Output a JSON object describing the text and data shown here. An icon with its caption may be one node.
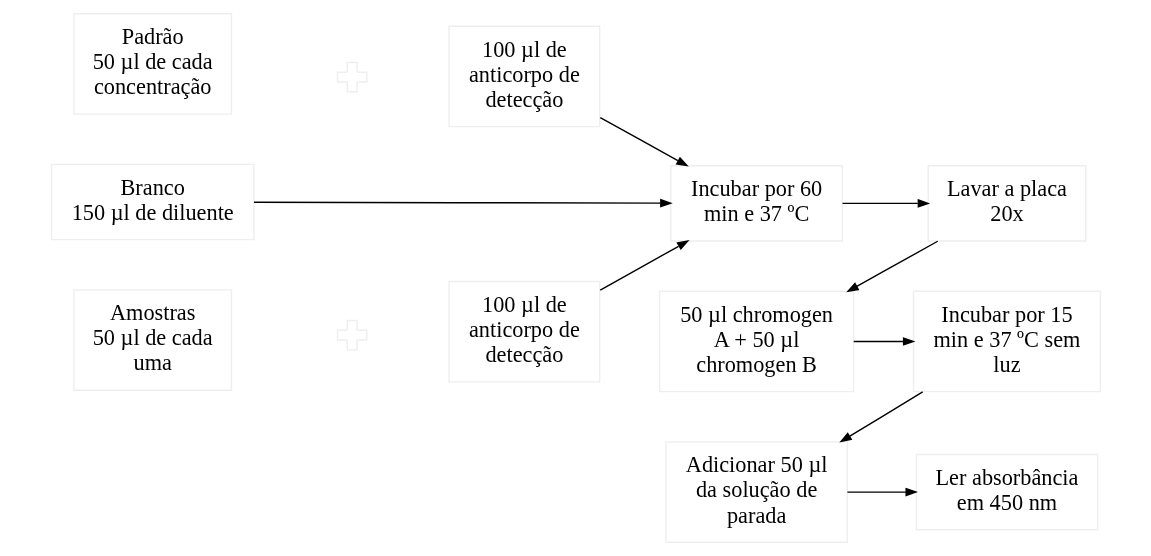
{
  "diagram": {
    "nodes": [
      {
        "text": [
          "Branco",
          "150 µl de diluente"
        ]
      },
      {
        "text": [
          "Padrão",
          "50 µl de cada concentração"
        ]
      },
      {
        "text": [],
        "shape": "plus"
      },
      {
        "text": [
          "100 µl de anticorpo de detecção"
        ]
      },
      {
        "text": [
          "Amostras",
          "50 µl de cada uma"
        ]
      },
      {
        "text": [],
        "shape": "plus"
      },
      {
        "text": [
          "100 µl de anticorpo de detecção"
        ]
      },
      {
        "text": [
          "Incubar por 60 min e 37 ºC"
        ]
      },
      {
        "text": [
          "Lavar a placa 20x"
        ]
      },
      {
        "text": [
          "50 µl chromogen A + 50 µl chromogen B"
        ]
      },
      {
        "text": [
          "Incubar por 15 min e 37 ºC sem luz"
        ]
      },
      {
        "text": [
          "Adicionar 50 µl da solução de parada"
        ]
      },
      {
        "text": [
          "Ler absorbância em 450 nm"
        ]
      }
    ],
    "edges": [
      {
        "from": 0,
        "to": 7,
        "arrow": "to"
      },
      {
        "from": 3,
        "to": 7,
        "arrow": "to"
      },
      {
        "from": 6,
        "to": 7,
        "arrow": "to"
      },
      {
        "from": 7,
        "to": 8,
        "arrow": "to"
      },
      {
        "from": 8,
        "to": 9,
        "arrow": "to"
      },
      {
        "from": 9,
        "to": 10,
        "arrow": "to"
      },
      {
        "from": 10,
        "to": 11,
        "arrow": "to"
      },
      {
        "from": 11,
        "to": 12,
        "arrow": "to"
      }
    ]
  }
}
